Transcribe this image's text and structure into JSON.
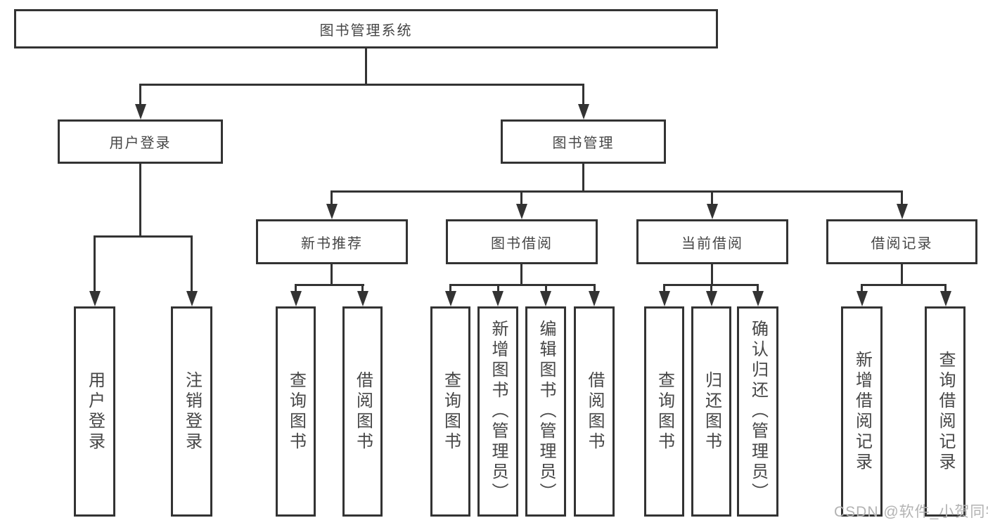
{
  "diagram": {
    "type": "hierarchy-tree",
    "title": "图书管理系统",
    "colors": {
      "line": "#333333",
      "box_border": "#333333",
      "text": "#464646",
      "background": "#ffffff",
      "watermark": "#b3b3b3"
    },
    "nodes": {
      "root": "图书管理系统",
      "login": "用户登录",
      "mgmt": "图书管理",
      "login_c1": "用户登录",
      "login_c2": "注销登录",
      "l3_rec": "新书推荐",
      "l3_borrow": "图书借阅",
      "l3_current": "当前借阅",
      "l3_records": "借阅记录",
      "rec_c1": "查询图书",
      "rec_c2": "借阅图书",
      "borrow_c1": "查询图书",
      "borrow_c2": "新增图书（管理员）",
      "borrow_c3": "编辑图书（管理员）",
      "borrow_c4": "借阅图书",
      "current_c1": "查询图书",
      "current_c2": "归还图书",
      "current_c3": "确认归还（管理员）",
      "records_c1": "新增借阅记录",
      "records_c2": "查询借阅记录"
    },
    "tree": {
      "图书管理系统": {
        "用户登录": [
          "用户登录",
          "注销登录"
        ],
        "图书管理": {
          "新书推荐": [
            "查询图书",
            "借阅图书"
          ],
          "图书借阅": [
            "查询图书",
            "新增图书（管理员）",
            "编辑图书（管理员）",
            "借阅图书"
          ],
          "当前借阅": [
            "查询图书",
            "归还图书",
            "确认归还（管理员）"
          ],
          "借阅记录": [
            "新增借阅记录",
            "查询借阅记录"
          ]
        }
      }
    }
  },
  "watermark": "CSDN @软件_小贺同学"
}
